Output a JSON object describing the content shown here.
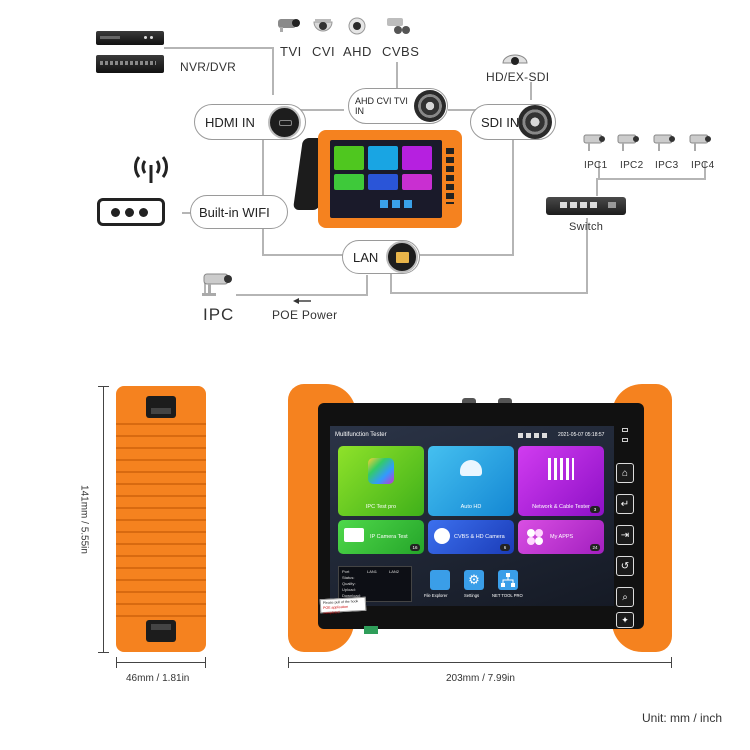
{
  "top_diagram": {
    "nvr_label": "NVR/DVR",
    "camera_types": [
      "TVI",
      "CVI",
      "AHD",
      "CVBS"
    ],
    "hd_sdi_label": "HD/EX-SDI",
    "analog_port_label": "AHD CVI TVI IN",
    "hdmi_label": "HDMI IN",
    "sdi_label": "SDI IN",
    "wifi_label": "Built-in WIFI",
    "lan_label": "LAN",
    "ipc_label": "IPC",
    "poe_label": "POE Power",
    "switch_label": "Switch",
    "ipc_list": [
      "IPC1",
      "IPC2",
      "IPC3",
      "IPC4"
    ]
  },
  "tester_screen": {
    "title": "Multifunction Tester",
    "datetime": "2021-05-07 05:18:57",
    "tiles": [
      {
        "label": "IPC Test pro",
        "color": "#7ed321"
      },
      {
        "label": "Auto HD",
        "color": "#22a7e6"
      },
      {
        "label": "Network & Cable Tester",
        "color": "#b620e0",
        "num": "3"
      },
      {
        "label": "IP Camera Test",
        "color": "#3ec93a",
        "num": "16"
      },
      {
        "label": "CVBS & HD Camera",
        "color": "#2a55d8",
        "num": "6"
      },
      {
        "label": "My APPS",
        "color": "#c92fd1",
        "num": "24"
      }
    ],
    "status_headers": [
      "Port",
      "LAN1",
      "LAN2"
    ],
    "status_rows": [
      "Status:",
      "Quality:",
      "Upload:",
      "Download:"
    ],
    "notice_line1": "Please pull of the hook",
    "notice_line2": "POE application completed",
    "apps": [
      "File Explorer",
      "Settings",
      "NET TOOL PRO"
    ]
  },
  "dimensions": {
    "height": "141mm / 5.55in",
    "depth": "46mm / 1.81in",
    "width": "203mm / 7.99in",
    "unit": "Unit: mm / inch"
  },
  "colors": {
    "orange": "#f5821f",
    "line": "#b5b5b5"
  }
}
